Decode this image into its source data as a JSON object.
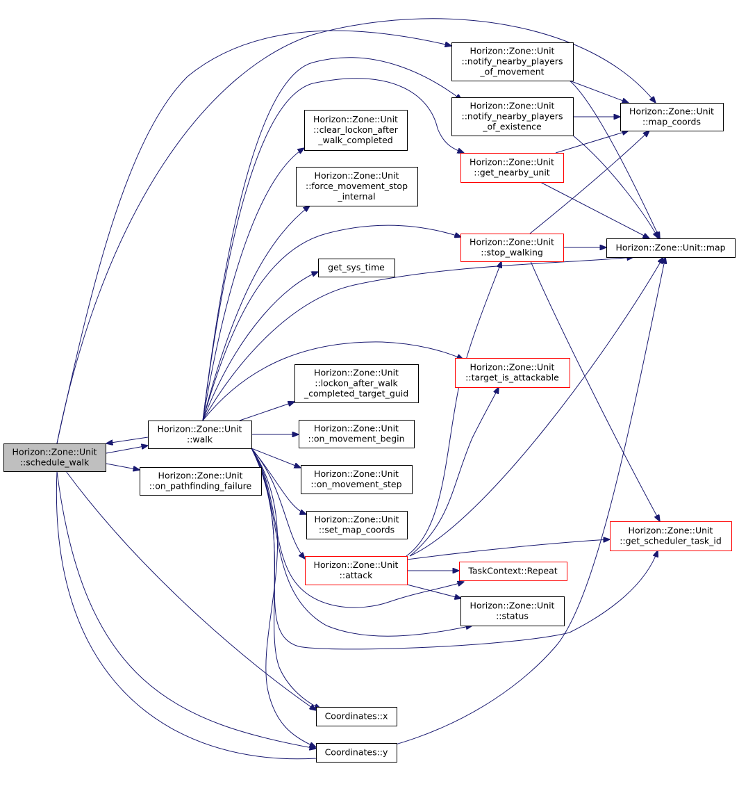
{
  "colors": {
    "edge": "#191970",
    "box_border_default": "#000000",
    "box_border_incomplete": "#ff0000",
    "box_fill_default": "#ffffff",
    "box_fill_highlight": "#bfbfbf"
  },
  "nodes": {
    "schedule_walk": {
      "lines": [
        "Horizon::Zone::Unit",
        "::schedule_walk"
      ],
      "style": "highlight"
    },
    "walk": {
      "lines": [
        "Horizon::Zone::Unit",
        "::walk"
      ],
      "style": "default"
    },
    "on_pathfinding_failure": {
      "lines": [
        "Horizon::Zone::Unit",
        "::on_pathfinding_failure"
      ],
      "style": "default"
    },
    "clear_lockon": {
      "lines": [
        "Horizon::Zone::Unit",
        "::clear_lockon_after",
        "_walk_completed"
      ],
      "style": "default"
    },
    "force_movement_stop": {
      "lines": [
        "Horizon::Zone::Unit",
        "::force_movement_stop",
        "_internal"
      ],
      "style": "default"
    },
    "get_sys_time": {
      "lines": [
        "get_sys_time"
      ],
      "style": "default"
    },
    "lockon_target_guid": {
      "lines": [
        "Horizon::Zone::Unit",
        "::lockon_after_walk",
        "_completed_target_guid"
      ],
      "style": "default"
    },
    "on_movement_begin": {
      "lines": [
        "Horizon::Zone::Unit",
        "::on_movement_begin"
      ],
      "style": "default"
    },
    "on_movement_step": {
      "lines": [
        "Horizon::Zone::Unit",
        "::on_movement_step"
      ],
      "style": "default"
    },
    "set_map_coords": {
      "lines": [
        "Horizon::Zone::Unit",
        "::set_map_coords"
      ],
      "style": "default"
    },
    "attack": {
      "lines": [
        "Horizon::Zone::Unit",
        "::attack"
      ],
      "style": "incomplete"
    },
    "coord_x": {
      "lines": [
        "Coordinates::x"
      ],
      "style": "default"
    },
    "coord_y": {
      "lines": [
        "Coordinates::y"
      ],
      "style": "default"
    },
    "notify_movement": {
      "lines": [
        "Horizon::Zone::Unit",
        "::notify_nearby_players",
        "_of_movement"
      ],
      "style": "default"
    },
    "notify_existence": {
      "lines": [
        "Horizon::Zone::Unit",
        "::notify_nearby_players",
        "_of_existence"
      ],
      "style": "default"
    },
    "get_nearby_unit": {
      "lines": [
        "Horizon::Zone::Unit",
        "::get_nearby_unit"
      ],
      "style": "incomplete"
    },
    "stop_walking": {
      "lines": [
        "Horizon::Zone::Unit",
        "::stop_walking"
      ],
      "style": "incomplete"
    },
    "target_is_attackable": {
      "lines": [
        "Horizon::Zone::Unit",
        "::target_is_attackable"
      ],
      "style": "incomplete"
    },
    "repeat": {
      "lines": [
        "TaskContext::Repeat"
      ],
      "style": "incomplete"
    },
    "status": {
      "lines": [
        "Horizon::Zone::Unit",
        "::status"
      ],
      "style": "default"
    },
    "map_coords": {
      "lines": [
        "Horizon::Zone::Unit",
        "::map_coords"
      ],
      "style": "default"
    },
    "map": {
      "lines": [
        "Horizon::Zone::Unit::map"
      ],
      "style": "default"
    },
    "get_scheduler_task_id": {
      "lines": [
        "Horizon::Zone::Unit",
        "::get_scheduler_task_id"
      ],
      "style": "incomplete"
    }
  },
  "edges": [
    {
      "from": "walk",
      "to": "schedule_walk"
    },
    {
      "from": "schedule_walk",
      "to": "walk"
    },
    {
      "from": "schedule_walk",
      "to": "on_pathfinding_failure"
    },
    {
      "from": "schedule_walk",
      "to": "notify_movement"
    },
    {
      "from": "schedule_walk",
      "to": "map_coords"
    },
    {
      "from": "schedule_walk",
      "to": "coord_x"
    },
    {
      "from": "schedule_walk",
      "to": "coord_y"
    },
    {
      "from": "schedule_walk",
      "to": "map"
    },
    {
      "from": "walk",
      "to": "clear_lockon"
    },
    {
      "from": "walk",
      "to": "force_movement_stop"
    },
    {
      "from": "walk",
      "to": "get_sys_time"
    },
    {
      "from": "walk",
      "to": "lockon_target_guid"
    },
    {
      "from": "walk",
      "to": "on_movement_begin"
    },
    {
      "from": "walk",
      "to": "on_movement_step"
    },
    {
      "from": "walk",
      "to": "set_map_coords"
    },
    {
      "from": "walk",
      "to": "attack"
    },
    {
      "from": "walk",
      "to": "notify_existence"
    },
    {
      "from": "walk",
      "to": "get_nearby_unit"
    },
    {
      "from": "walk",
      "to": "stop_walking"
    },
    {
      "from": "walk",
      "to": "map"
    },
    {
      "from": "walk",
      "to": "target_is_attackable"
    },
    {
      "from": "walk",
      "to": "repeat"
    },
    {
      "from": "walk",
      "to": "status"
    },
    {
      "from": "walk",
      "to": "get_scheduler_task_id"
    },
    {
      "from": "walk",
      "to": "coord_x"
    },
    {
      "from": "walk",
      "to": "coord_y"
    },
    {
      "from": "notify_movement",
      "to": "map_coords"
    },
    {
      "from": "notify_movement",
      "to": "map"
    },
    {
      "from": "notify_existence",
      "to": "map_coords"
    },
    {
      "from": "notify_existence",
      "to": "map"
    },
    {
      "from": "get_nearby_unit",
      "to": "map_coords"
    },
    {
      "from": "get_nearby_unit",
      "to": "map"
    },
    {
      "from": "stop_walking",
      "to": "map_coords"
    },
    {
      "from": "stop_walking",
      "to": "map"
    },
    {
      "from": "stop_walking",
      "to": "get_scheduler_task_id"
    },
    {
      "from": "attack",
      "to": "stop_walking"
    },
    {
      "from": "attack",
      "to": "target_is_attackable"
    },
    {
      "from": "attack",
      "to": "map"
    },
    {
      "from": "attack",
      "to": "get_scheduler_task_id"
    },
    {
      "from": "attack",
      "to": "repeat"
    },
    {
      "from": "attack",
      "to": "status"
    }
  ]
}
